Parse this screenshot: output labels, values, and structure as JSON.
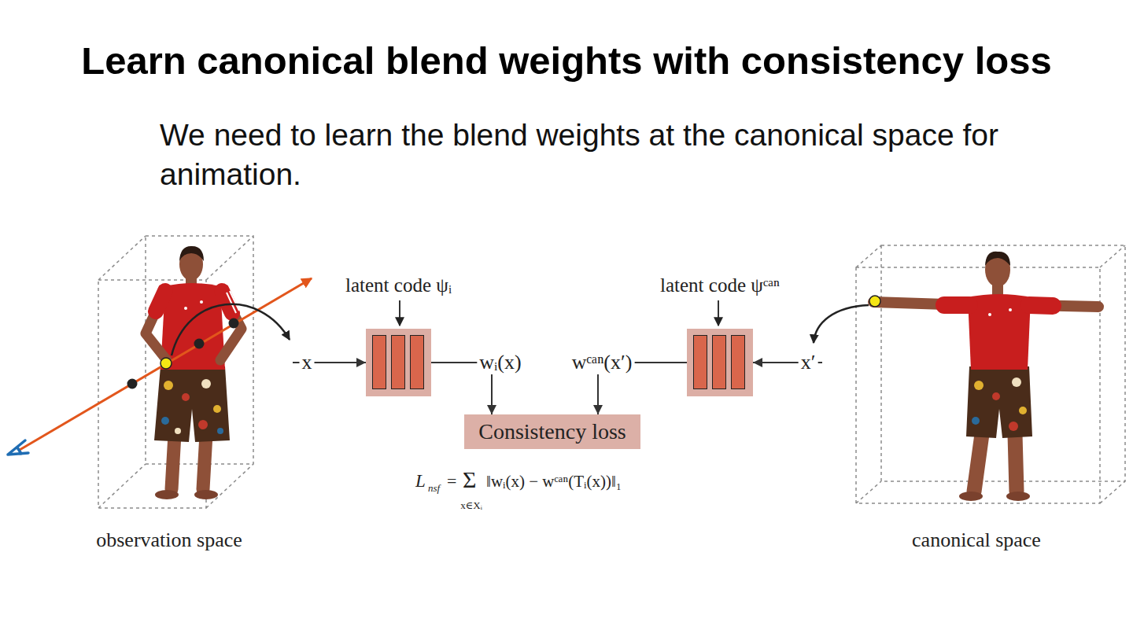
{
  "diagram": {
    "title": "Learn canonical blend weights with consistency loss",
    "nodes": [
      {
        "text": [
          "observation space"
        ]
      },
      {
        "text": [
          "latent code ψᵢ"
        ]
      },
      {
        "text": [
          "Consistency loss"
        ]
      },
      {
        "text": [
          "latent code ψᶜᵃⁿ"
        ]
      },
      {
        "text": [
          "canonical space"
        ]
      }
    ],
    "edges": [
      {
        "from": 0,
        "to": 1,
        "label": "x",
        "arrow": "to"
      },
      {
        "from": 1,
        "to": 2,
        "label": "wᵢ(x)",
        "arrow": "to"
      },
      {
        "from": 3,
        "to": 2,
        "label": "wᶜᵃⁿ(x′)",
        "arrow": "to"
      },
      {
        "from": 4,
        "to": 3,
        "label": "x′",
        "arrow": "to"
      }
    ],
    "labels": [
      "We need to learn the blend weights at the canonical space for animation.",
      "L",
      "nsf",
      "=",
      "Σ",
      "x∈Xᵢ",
      "‖wᵢ(x) − wᶜᵃⁿ(Tᵢ(x))‖₁"
    ]
  }
}
